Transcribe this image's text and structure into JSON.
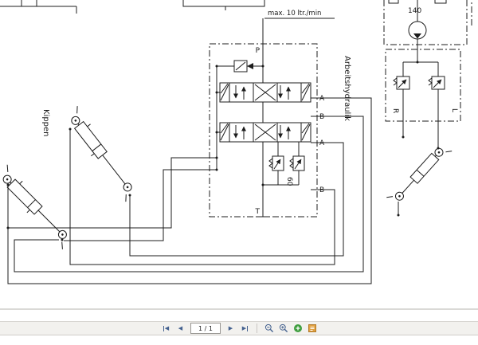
{
  "schematic": {
    "flow_note": "max. 10 ltr./min",
    "pump_pressure": "140",
    "relief_pressure": "60",
    "section_labels": {
      "work_hydraulics": "Arbeitshydraulik",
      "tilt": "Kippen"
    },
    "port_labels": {
      "p": "P",
      "t": "T",
      "a1": "A",
      "b1": "B",
      "a2": "A",
      "b2": "B"
    },
    "side_labels": {
      "right": "R",
      "left": "L"
    }
  },
  "toolbar": {
    "page_field": "1 / 1",
    "nav": {
      "first": "◀",
      "prev": "◀",
      "next": "▶",
      "last": "▶"
    },
    "colors": {
      "bar_bg": "#f2f1ee",
      "arrow_blue": "#44618f",
      "zoom_green": "#3f9e3f",
      "fit_orange": "#e0a040",
      "line_black": "#1c1c1c"
    }
  }
}
